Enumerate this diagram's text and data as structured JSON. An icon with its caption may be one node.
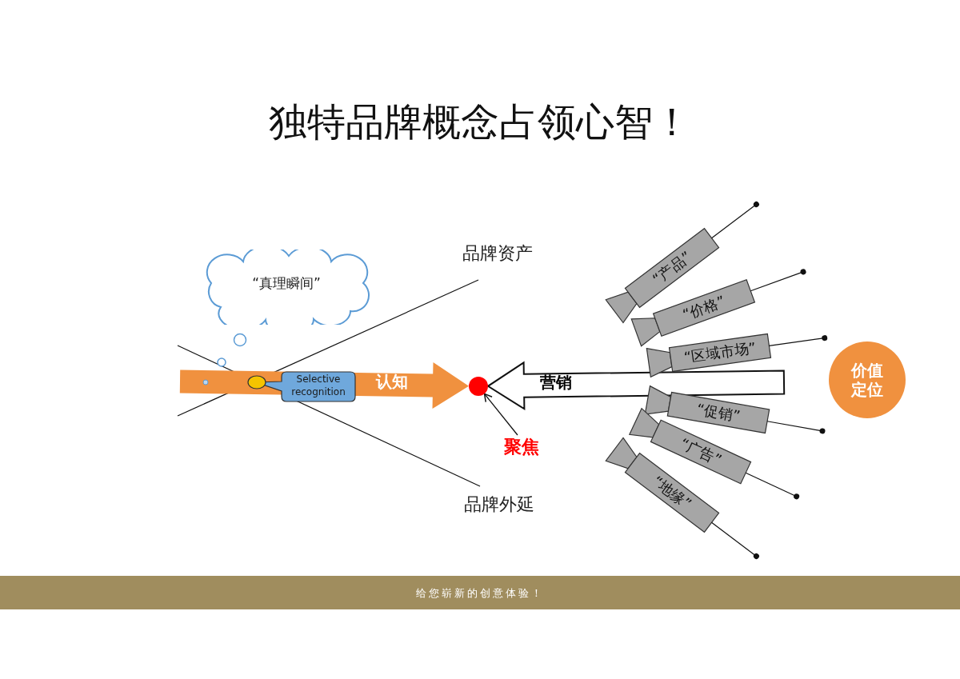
{
  "diagram": {
    "title": "独特品牌概念占领心智！",
    "nodes": [
      {
        "text": [
          "“真理瞬间”"
        ]
      },
      {
        "text": [
          "Selective recognition"
        ]
      },
      {
        "text": [],
        "shape": "circle"
      },
      {
        "text": [
          "聚焦"
        ]
      },
      {
        "text": [
          "“产品”"
        ]
      },
      {
        "text": [
          "“价格”"
        ]
      },
      {
        "text": [
          "“区域市场”"
        ]
      },
      {
        "text": [
          "“促销”"
        ]
      },
      {
        "text": [
          "“广告”"
        ]
      },
      {
        "text": [
          "“地缘”"
        ]
      },
      {
        "text": [
          "价值定位"
        ]
      }
    ],
    "edges": [
      {
        "from": 3,
        "to": 2,
        "arrow": "to"
      },
      {
        "from": null,
        "to": 2,
        "arrow": "to",
        "label": "认知",
        "style": "thick",
        "color": "#f0913f"
      },
      {
        "from": null,
        "to": 2,
        "arrow": "to",
        "label": "营销",
        "style": "thick",
        "color": "#ffffff"
      }
    ],
    "labels": [
      "品牌资产",
      "品牌外延",
      "给您崭新的创意体验！"
    ]
  }
}
